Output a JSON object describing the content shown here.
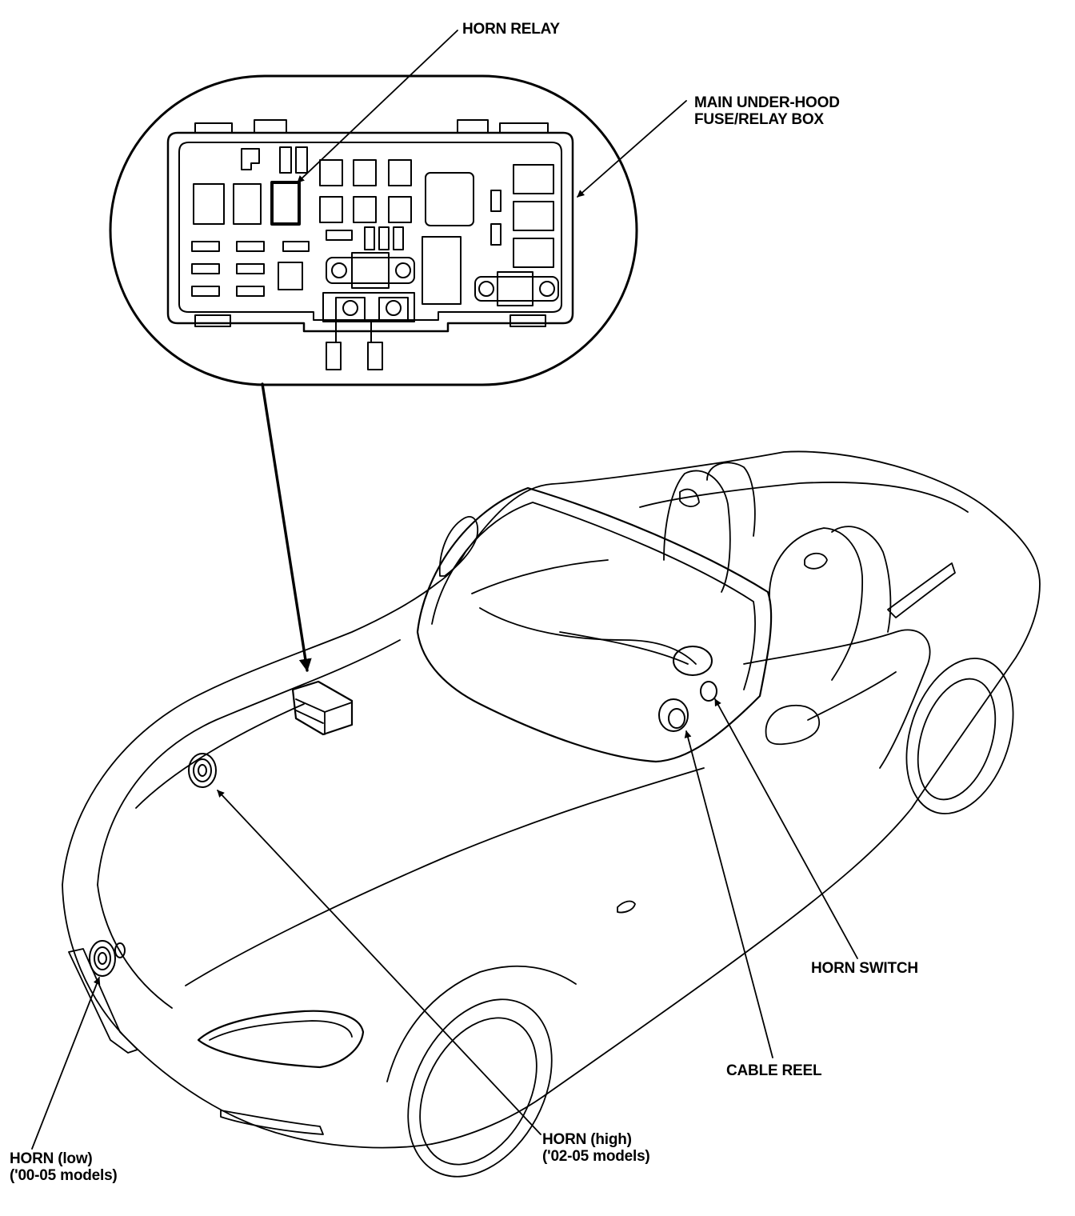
{
  "labels": {
    "horn_relay": "HORN RELAY",
    "fuse_box_line1": "MAIN UNDER-HOOD",
    "fuse_box_line2": "FUSE/RELAY BOX",
    "horn_switch": "HORN SWITCH",
    "cable_reel": "CABLE REEL",
    "horn_high_line1": "HORN (high)",
    "horn_high_line2": "('02-05 models)",
    "horn_low_line1": "HORN (low)",
    "horn_low_line2": "('00-05 models)"
  },
  "colors": {
    "ink": "#000000",
    "paper": "#ffffff"
  }
}
